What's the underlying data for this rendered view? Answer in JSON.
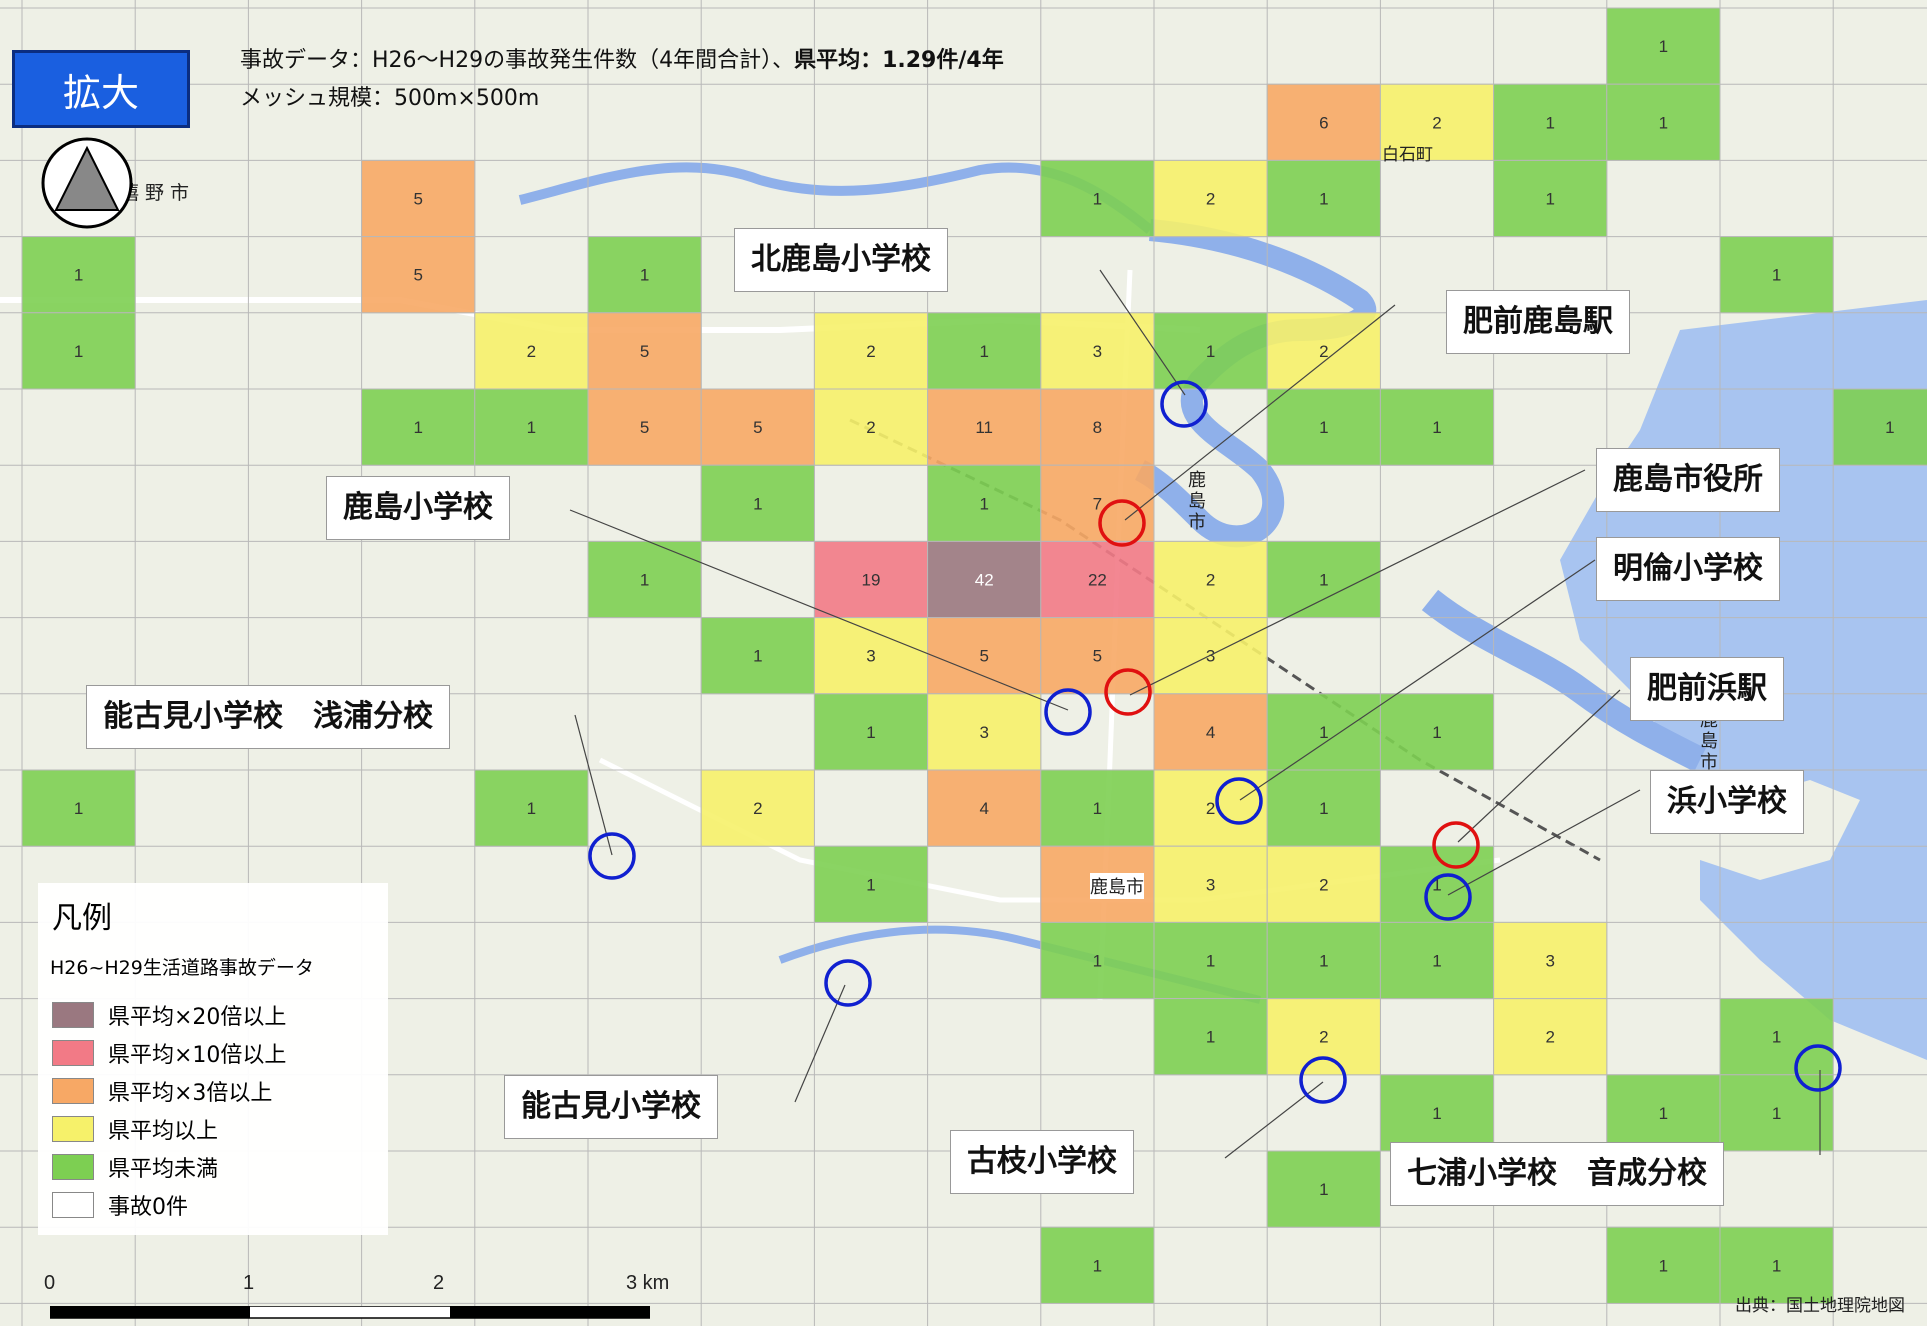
{
  "header": {
    "badge": "拡大",
    "line1_prefix": "事故データ：H26～H29の事故発生件数（4年間合計）、",
    "line1_bold": "県平均：1.29件/4年",
    "line2": "メッシュ規模：500m×500m"
  },
  "colors": {
    "c20": "#9a7880",
    "c10": "#f27a86",
    "c3": "#f7a865",
    "avg": "#f6f16a",
    "below": "#7dcf52",
    "zero": "#ffffff",
    "school_marker": "#1020d0",
    "station_marker": "#e01010"
  },
  "cells": [
    {
      "c": 14,
      "r": 0,
      "v": "1",
      "cat": "below"
    },
    {
      "c": 11,
      "r": 1,
      "v": "6",
      "cat": "c3"
    },
    {
      "c": 12,
      "r": 1,
      "v": "2",
      "cat": "avg"
    },
    {
      "c": 13,
      "r": 1,
      "v": "1",
      "cat": "below"
    },
    {
      "c": 14,
      "r": 1,
      "v": "1",
      "cat": "below"
    },
    {
      "c": 3,
      "r": 2,
      "v": "5",
      "cat": "c3"
    },
    {
      "c": 9,
      "r": 2,
      "v": "1",
      "cat": "below"
    },
    {
      "c": 10,
      "r": 2,
      "v": "2",
      "cat": "avg"
    },
    {
      "c": 11,
      "r": 2,
      "v": "1",
      "cat": "below"
    },
    {
      "c": 13,
      "r": 2,
      "v": "1",
      "cat": "below"
    },
    {
      "c": 0,
      "r": 3,
      "v": "1",
      "cat": "below"
    },
    {
      "c": 3,
      "r": 3,
      "v": "5",
      "cat": "c3"
    },
    {
      "c": 5,
      "r": 3,
      "v": "1",
      "cat": "below"
    },
    {
      "c": 15,
      "r": 3,
      "v": "1",
      "cat": "below"
    },
    {
      "c": 0,
      "r": 4,
      "v": "1",
      "cat": "below"
    },
    {
      "c": 4,
      "r": 4,
      "v": "2",
      "cat": "avg"
    },
    {
      "c": 5,
      "r": 4,
      "v": "5",
      "cat": "c3"
    },
    {
      "c": 7,
      "r": 4,
      "v": "2",
      "cat": "avg"
    },
    {
      "c": 8,
      "r": 4,
      "v": "1",
      "cat": "below"
    },
    {
      "c": 9,
      "r": 4,
      "v": "3",
      "cat": "avg"
    },
    {
      "c": 10,
      "r": 4,
      "v": "1",
      "cat": "below"
    },
    {
      "c": 11,
      "r": 4,
      "v": "2",
      "cat": "avg"
    },
    {
      "c": 3,
      "r": 5,
      "v": "1",
      "cat": "below"
    },
    {
      "c": 4,
      "r": 5,
      "v": "1",
      "cat": "below"
    },
    {
      "c": 5,
      "r": 5,
      "v": "5",
      "cat": "c3"
    },
    {
      "c": 6,
      "r": 5,
      "v": "5",
      "cat": "c3"
    },
    {
      "c": 7,
      "r": 5,
      "v": "2",
      "cat": "avg"
    },
    {
      "c": 8,
      "r": 5,
      "v": "11",
      "cat": "c3"
    },
    {
      "c": 9,
      "r": 5,
      "v": "8",
      "cat": "c3"
    },
    {
      "c": 11,
      "r": 5,
      "v": "1",
      "cat": "below"
    },
    {
      "c": 12,
      "r": 5,
      "v": "1",
      "cat": "below"
    },
    {
      "c": 16,
      "r": 5,
      "v": "1",
      "cat": "below"
    },
    {
      "c": 6,
      "r": 6,
      "v": "1",
      "cat": "below"
    },
    {
      "c": 8,
      "r": 6,
      "v": "1",
      "cat": "below"
    },
    {
      "c": 9,
      "r": 6,
      "v": "7",
      "cat": "c3"
    },
    {
      "c": 5,
      "r": 7,
      "v": "1",
      "cat": "below"
    },
    {
      "c": 7,
      "r": 7,
      "v": "19",
      "cat": "c10"
    },
    {
      "c": 8,
      "r": 7,
      "v": "42",
      "cat": "c20"
    },
    {
      "c": 9,
      "r": 7,
      "v": "22",
      "cat": "c10"
    },
    {
      "c": 10,
      "r": 7,
      "v": "2",
      "cat": "avg"
    },
    {
      "c": 11,
      "r": 7,
      "v": "1",
      "cat": "below"
    },
    {
      "c": 6,
      "r": 8,
      "v": "1",
      "cat": "below"
    },
    {
      "c": 7,
      "r": 8,
      "v": "3",
      "cat": "avg"
    },
    {
      "c": 8,
      "r": 8,
      "v": "5",
      "cat": "c3"
    },
    {
      "c": 9,
      "r": 8,
      "v": "5",
      "cat": "c3"
    },
    {
      "c": 10,
      "r": 8,
      "v": "3",
      "cat": "avg"
    },
    {
      "c": 7,
      "r": 9,
      "v": "1",
      "cat": "below"
    },
    {
      "c": 8,
      "r": 9,
      "v": "3",
      "cat": "avg"
    },
    {
      "c": 10,
      "r": 9,
      "v": "4",
      "cat": "c3"
    },
    {
      "c": 11,
      "r": 9,
      "v": "1",
      "cat": "below"
    },
    {
      "c": 12,
      "r": 9,
      "v": "1",
      "cat": "below"
    },
    {
      "c": 0,
      "r": 10,
      "v": "1",
      "cat": "below"
    },
    {
      "c": 4,
      "r": 10,
      "v": "1",
      "cat": "below"
    },
    {
      "c": 6,
      "r": 10,
      "v": "2",
      "cat": "avg"
    },
    {
      "c": 8,
      "r": 10,
      "v": "4",
      "cat": "c3"
    },
    {
      "c": 9,
      "r": 10,
      "v": "1",
      "cat": "below"
    },
    {
      "c": 10,
      "r": 10,
      "v": "2",
      "cat": "avg"
    },
    {
      "c": 11,
      "r": 10,
      "v": "1",
      "cat": "below"
    },
    {
      "c": 7,
      "r": 11,
      "v": "1",
      "cat": "below"
    },
    {
      "c": 9,
      "r": 11,
      "v": "",
      "cat": "c3"
    },
    {
      "c": 10,
      "r": 11,
      "v": "3",
      "cat": "avg"
    },
    {
      "c": 11,
      "r": 11,
      "v": "2",
      "cat": "avg"
    },
    {
      "c": 12,
      "r": 11,
      "v": "1",
      "cat": "below"
    },
    {
      "c": 9,
      "r": 12,
      "v": "1",
      "cat": "below"
    },
    {
      "c": 10,
      "r": 12,
      "v": "1",
      "cat": "below"
    },
    {
      "c": 11,
      "r": 12,
      "v": "1",
      "cat": "below"
    },
    {
      "c": 12,
      "r": 12,
      "v": "1",
      "cat": "below"
    },
    {
      "c": 13,
      "r": 12,
      "v": "3",
      "cat": "avg"
    },
    {
      "c": 10,
      "r": 13,
      "v": "1",
      "cat": "below"
    },
    {
      "c": 11,
      "r": 13,
      "v": "2",
      "cat": "avg"
    },
    {
      "c": 13,
      "r": 13,
      "v": "2",
      "cat": "avg"
    },
    {
      "c": 15,
      "r": 13,
      "v": "1",
      "cat": "below"
    },
    {
      "c": 12,
      "r": 14,
      "v": "1",
      "cat": "below"
    },
    {
      "c": 14,
      "r": 14,
      "v": "1",
      "cat": "below"
    },
    {
      "c": 15,
      "r": 14,
      "v": "1",
      "cat": "below"
    },
    {
      "c": 11,
      "r": 15,
      "v": "1",
      "cat": "below"
    },
    {
      "c": 9,
      "r": 16,
      "v": "1",
      "cat": "below"
    },
    {
      "c": 14,
      "r": 16,
      "v": "1",
      "cat": "below"
    },
    {
      "c": 15,
      "r": 16,
      "v": "1",
      "cat": "below"
    }
  ],
  "callouts": [
    {
      "label": "北鹿島小学校"
    },
    {
      "label": "肥前鹿島駅"
    },
    {
      "label": "鹿島市役所"
    },
    {
      "label": "鹿島小学校"
    },
    {
      "label": "明倫小学校"
    },
    {
      "label": "肥前浜駅"
    },
    {
      "label": "能古見小学校　浅浦分校"
    },
    {
      "label": "浜小学校"
    },
    {
      "label": "能古見小学校"
    },
    {
      "label": "古枝小学校"
    },
    {
      "label": "七浦小学校　音成分校"
    }
  ],
  "map_labels": {
    "ureshino": "嬉野市",
    "shiraishi": "白石町",
    "kashima_city_1": "鹿島市",
    "kashima_city_2": "鹿島市",
    "kashima_vertical": "鹿島市",
    "kashima_vertical_2": "鹿島市"
  },
  "legend": {
    "title": "凡例",
    "subtitle": "H26~H29生活道路事故データ",
    "items": [
      {
        "label": "県平均×20倍以上",
        "color": "#9a7880"
      },
      {
        "label": "県平均×10倍以上",
        "color": "#f27a86"
      },
      {
        "label": "県平均×3倍以上",
        "color": "#f7a865"
      },
      {
        "label": "県平均以上",
        "color": "#f6f16a"
      },
      {
        "label": "県平均未満",
        "color": "#7dcf52"
      },
      {
        "label": "事故0件",
        "color": "#ffffff"
      }
    ]
  },
  "scale": {
    "labels": [
      "0",
      "1",
      "2",
      "3 km"
    ]
  },
  "source": "出典：国土地理院地図"
}
